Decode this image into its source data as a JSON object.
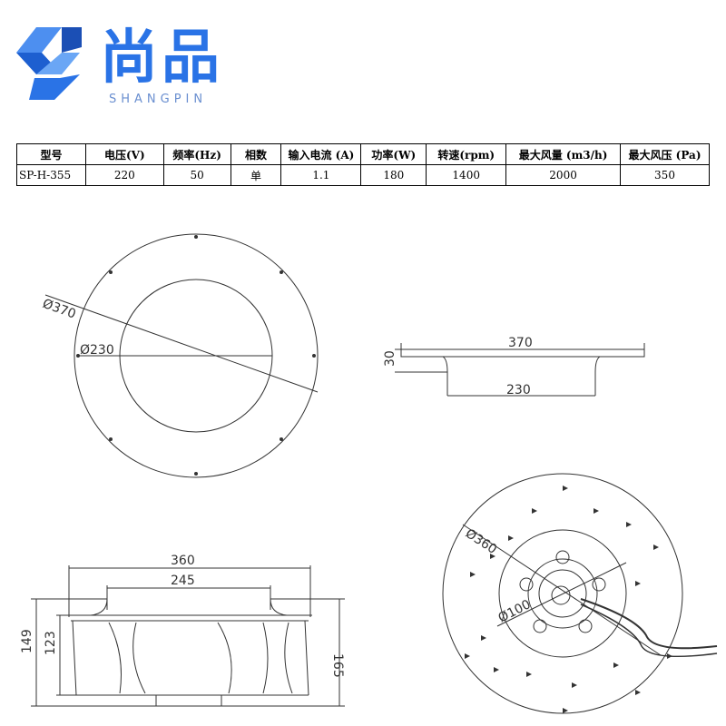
{
  "brand": {
    "name_cn": "尚品",
    "name_en": "SHANGPIN",
    "color": "#2a73e6"
  },
  "spec_table": {
    "headers": [
      "型号",
      "电压(V)",
      "频率(Hz)",
      "相数",
      "输入电流 (A)",
      "功率(W)",
      "转速(rpm)",
      "最大风量 (m3/h)",
      "最大风压 (Pa)"
    ],
    "rows": [
      [
        "SP-H-355",
        "220",
        "50",
        "单",
        "1.1",
        "180",
        "1400",
        "2000",
        "350"
      ]
    ]
  },
  "drawing": {
    "top_view": {
      "outer_dia": "Ø370",
      "inner_dia": "Ø230"
    },
    "side_view": {
      "width": "370",
      "thickness": "30",
      "inner_width": "230"
    },
    "impeller_side": {
      "top_width": "360",
      "inlet_width": "245",
      "height_total": "149",
      "height_blade": "123",
      "height_right": "165"
    },
    "impeller_back": {
      "outer_dia": "Ø360",
      "hub_dia": "Ø100"
    }
  }
}
